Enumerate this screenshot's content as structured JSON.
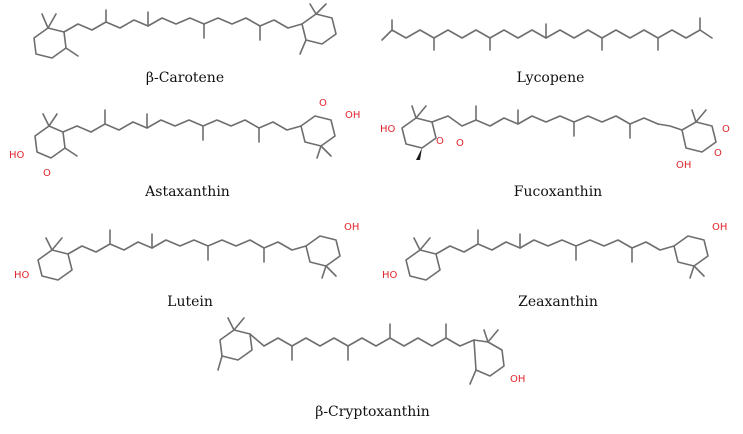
{
  "compounds": [
    {
      "name": "β-Carotene"
    },
    {
      "name": "Lycopene"
    },
    {
      "name": "Astaxanthin"
    },
    {
      "name": "Fucoxanthin"
    },
    {
      "name": "Lutein"
    },
    {
      "name": "Zeaxanthin"
    },
    {
      "name": "β-Cryptoxanthin"
    }
  ],
  "atom_labels": {
    "oxygen": "O",
    "hydroxyl": "OH",
    "hydroxyl_left": "HO"
  },
  "colors": {
    "bond": "#6e6e6e",
    "heteroatom": "#e0242a",
    "text": "#111111",
    "background": "#ffffff"
  }
}
